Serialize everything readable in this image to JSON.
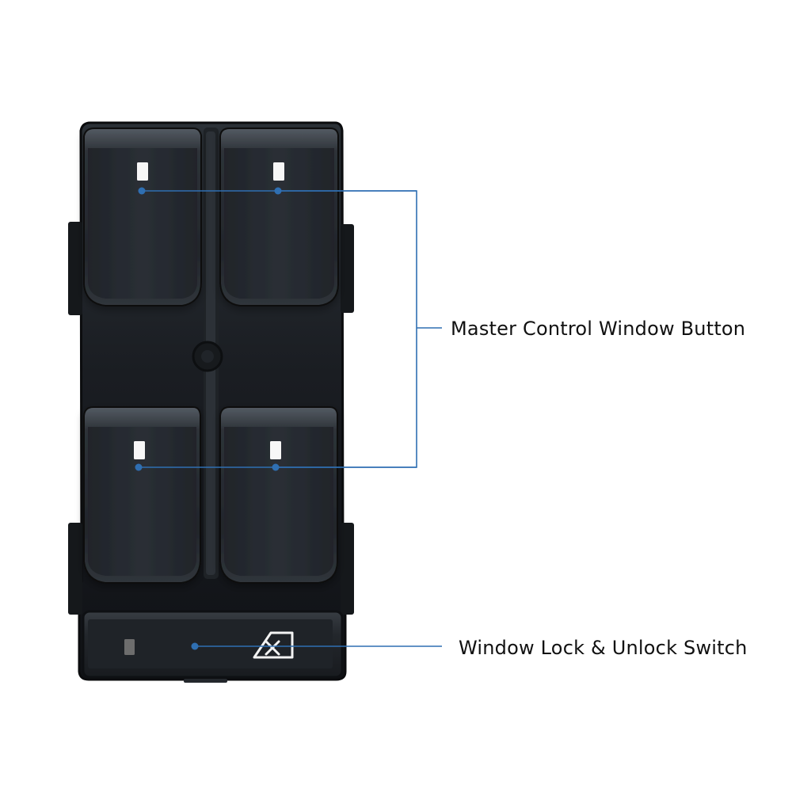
{
  "image": {
    "type": "product-annotation",
    "subject": "window-switch-panel",
    "background": "#ffffff"
  },
  "callouts": {
    "master": {
      "label": "Master Control Window Button",
      "target_count": 4,
      "line_color": "#2f6fb2",
      "dot_color": "#2f6fb2"
    },
    "lock": {
      "label": "Window Lock & Unlock Switch",
      "target_count": 1,
      "line_color": "#2f6fb2",
      "dot_color": "#2f6fb2"
    }
  },
  "product": {
    "body_color": "#181b1f",
    "button_color": "#2b3035",
    "highlight_color": "#596068",
    "indicator_color": "#f7f7f7",
    "lock_indicator_color": "#6d6d6d",
    "icons": [
      "window-lock-icon",
      "status-light-icon"
    ]
  }
}
